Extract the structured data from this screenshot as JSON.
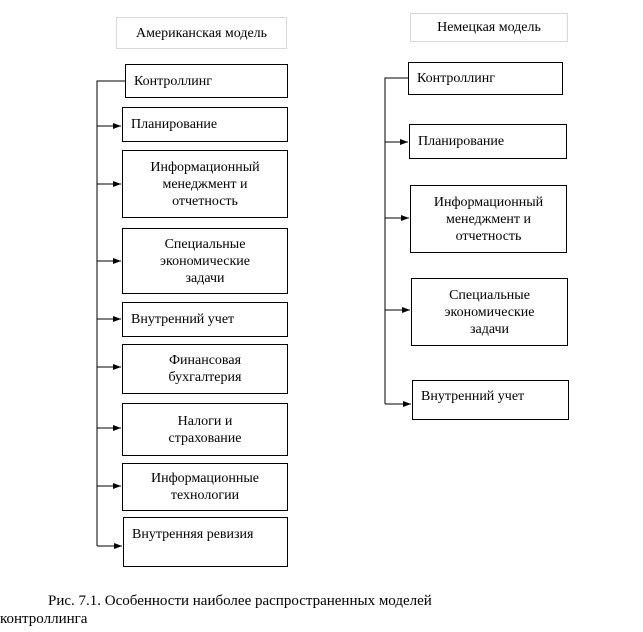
{
  "american": {
    "title": "Американская модель",
    "root": "Контроллинг",
    "items": [
      "Планирование",
      "Информационный менеджмент и отчетность",
      "Специальные экономические задачи",
      "Внутренний учет",
      "Финансовая бухгалтерия",
      "Налоги и страхование",
      "Информационные технологии",
      "Внутренняя ревизия"
    ]
  },
  "german": {
    "title": "Немецкая модель",
    "root": "Контроллинг",
    "items": [
      "Планирование",
      "Информационный менеджмент и отчетность",
      "Специальные экономические задачи",
      "Внутренний учет"
    ]
  },
  "caption": {
    "line1": "Рис. 7.1.  Особенности наиболее распространенных моделей",
    "line2": "контроллинга"
  }
}
